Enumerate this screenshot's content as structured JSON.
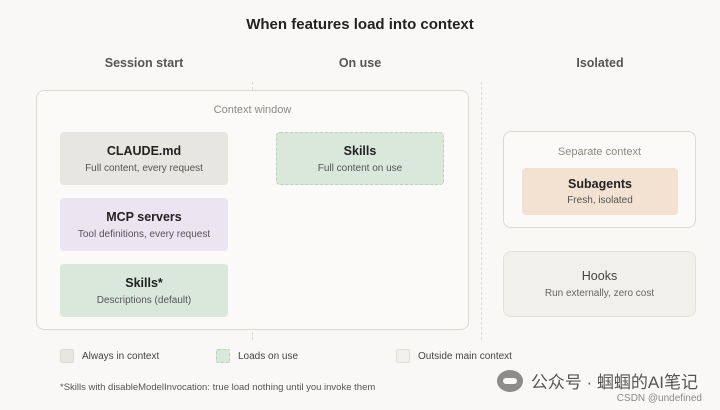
{
  "title": "When features load into context",
  "columns": {
    "session_start": "Session start",
    "on_use": "On use",
    "isolated": "Isolated"
  },
  "context_window": {
    "label": "Context window",
    "cards": [
      {
        "title": "CLAUDE.md",
        "subtitle": "Full content, every request"
      },
      {
        "title": "MCP servers",
        "subtitle": "Tool definitions, every request"
      },
      {
        "title": "Skills*",
        "subtitle": "Descriptions (default)"
      },
      {
        "title": "Skills",
        "subtitle": "Full content on use"
      }
    ]
  },
  "separate_context": {
    "label": "Separate context",
    "card": {
      "title": "Subagents",
      "subtitle": "Fresh, isolated"
    }
  },
  "hooks": {
    "title": "Hooks",
    "subtitle": "Run externally, zero cost"
  },
  "legend": [
    {
      "label": "Always in context",
      "color": "#e8e6e1"
    },
    {
      "label": "Loads on use",
      "color": "#d9e8da"
    },
    {
      "label": "Outside main context",
      "color": "#f2f0ed"
    }
  ],
  "footnote": "*Skills with disableModelInvocation: true load nothing until you invoke them",
  "watermark": {
    "text": "公众号 · 蝈蝈的AI笔记",
    "csdn": "CSDN @undefined"
  },
  "chart_data": {
    "type": "diagram",
    "title": "When features load into context",
    "columns": [
      "Session start",
      "On use",
      "Isolated"
    ],
    "groups": [
      {
        "name": "Context window",
        "items": [
          {
            "name": "CLAUDE.md",
            "column": "Session start",
            "loading": "Always in context",
            "detail": "Full content, every request"
          },
          {
            "name": "MCP servers",
            "column": "Session start",
            "loading": "Always in context",
            "detail": "Tool definitions, every request"
          },
          {
            "name": "Skills*",
            "column": "Session start",
            "loading": "Loads on use",
            "detail": "Descriptions (default)"
          },
          {
            "name": "Skills",
            "column": "On use",
            "loading": "Loads on use",
            "detail": "Full content on use"
          }
        ]
      },
      {
        "name": "Separate context",
        "items": [
          {
            "name": "Subagents",
            "column": "Isolated",
            "loading": "Outside main context",
            "detail": "Fresh, isolated"
          }
        ]
      },
      {
        "name": "",
        "items": [
          {
            "name": "Hooks",
            "column": "Isolated",
            "loading": "Outside main context",
            "detail": "Run externally, zero cost"
          }
        ]
      }
    ]
  }
}
